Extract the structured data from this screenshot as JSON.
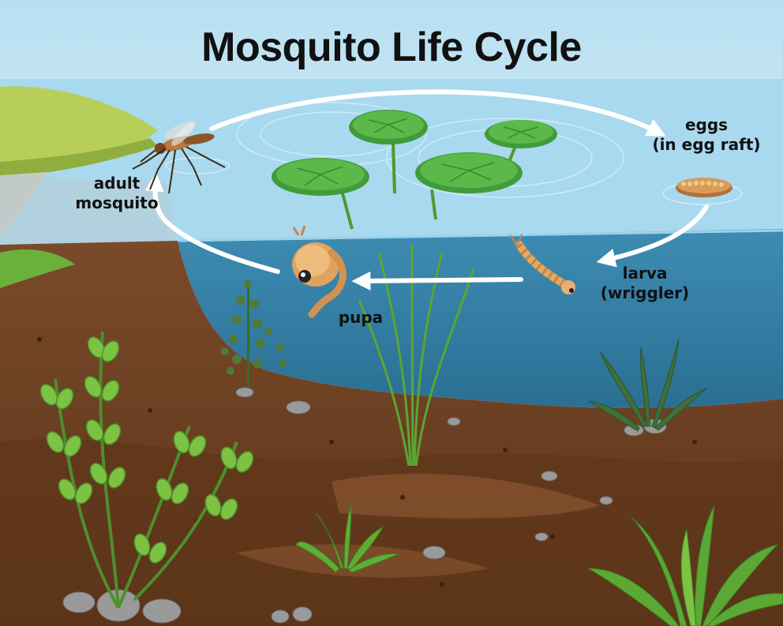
{
  "title": "Mosquito Life Cycle",
  "stages": {
    "eggs": {
      "line1": "eggs",
      "line2": "(in egg raft)"
    },
    "larva": {
      "line1": "larva",
      "line2": "(wriggler)"
    },
    "pupa": {
      "line1": "pupa"
    },
    "adult": {
      "line1": "adult",
      "line2": "mosquito"
    }
  },
  "colors": {
    "sky": "#bde3f2",
    "water_surface": "#8fcde6",
    "water_deep": "#2f7fa6",
    "soil": "#6b4126",
    "soil_dark": "#4a2a17",
    "grass": "#b6cf55",
    "lily_pad": "#3f9c3a",
    "plant": "#5aa632",
    "arrow": "#ffffff",
    "text": "#111111"
  },
  "icons": [
    "adult-mosquito-icon",
    "egg-raft-icon",
    "larva-icon",
    "pupa-icon",
    "lily-pad-icon",
    "pond-plant-icon",
    "pebble-icon"
  ]
}
